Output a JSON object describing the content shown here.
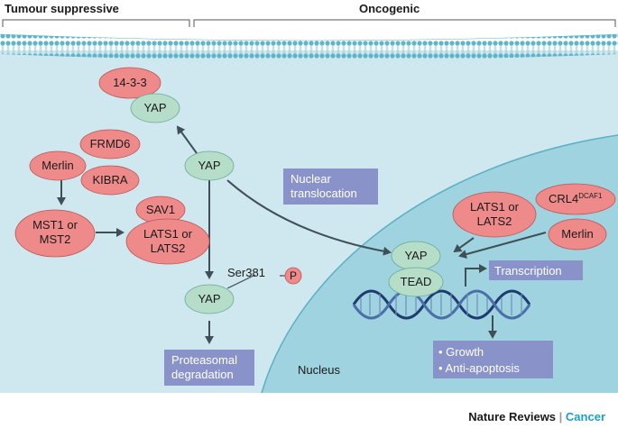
{
  "header": {
    "left_title": "Tumour suppressive",
    "right_title": "Oncogenic"
  },
  "nodes": {
    "n1433": "14-3-3",
    "yap_top": "YAP",
    "frmd6": "FRMD6",
    "merlin_left": "Merlin",
    "kibra": "KIBRA",
    "yap_center": "YAP",
    "sav1": "SAV1",
    "mst_line1": "MST1 or",
    "mst_line2": "MST2",
    "lats_left_line1": "LATS1 or",
    "lats_left_line2": "LATS2",
    "ser381": "Ser381",
    "p_badge": "P",
    "yap_bottom": "YAP",
    "yap_nuc": "YAP",
    "tead": "TEAD",
    "lats_right_line1": "LATS1 or",
    "lats_right_line2": "LATS2",
    "crl4": "CRL4",
    "crl4_sup": "DCAF1",
    "merlin_right": "Merlin"
  },
  "boxes": {
    "nuclear_line1": "Nuclear",
    "nuclear_line2": "translocation",
    "proteasomal_line1": "Proteasomal",
    "proteasomal_line2": "degradation",
    "transcription": "Transcription",
    "growth": "• Growth",
    "anti_apoptosis": "• Anti-apoptosis"
  },
  "nucleus_label": "Nucleus",
  "credit": {
    "journal": "Nature Reviews",
    "separator": " | ",
    "section": "Cancer"
  },
  "colors": {
    "cytoplasm": "#cfe8ef",
    "nucleus": "#9fd3df",
    "red_node": "#ef8a8a",
    "green_node": "#b5ddc8",
    "box": "#8a93c9",
    "arrow": "#3f4f57",
    "credit_accent": "#1a9fc9"
  }
}
